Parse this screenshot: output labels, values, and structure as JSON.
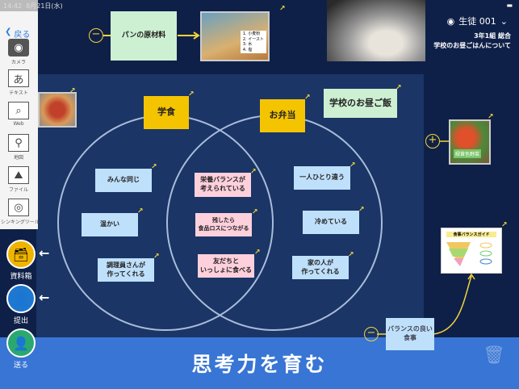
{
  "status": {
    "time": "14:42",
    "date": "8月21日(水)"
  },
  "sidebar": {
    "back": "戻る",
    "tools": [
      {
        "label": "カメラ",
        "icon": "camera-icon"
      },
      {
        "label": "テキスト",
        "icon": "text-icon",
        "glyph": "あ"
      },
      {
        "label": "Web",
        "icon": "search-icon"
      },
      {
        "label": "地図",
        "icon": "map-icon"
      },
      {
        "label": "ファイル",
        "icon": "image-file-icon"
      },
      {
        "label": "シンキングツール",
        "icon": "venn-icon"
      }
    ],
    "actions": [
      {
        "label": "資料箱"
      },
      {
        "label": "提出"
      },
      {
        "label": "送る"
      }
    ]
  },
  "header": {
    "user": "生徒 001",
    "class": "3年1組 総合",
    "topic": "学校のお昼ごはんについて"
  },
  "canvas": {
    "top_card": "パンの原材料",
    "ingredients": [
      "1. 小麦粉",
      "2. イースト",
      "3. 水",
      "4. 塩"
    ],
    "title_card": "学校のお昼ご飯",
    "left_label": "学食",
    "right_label": "お弁当",
    "left_items": [
      "みんな同じ",
      "温かい",
      "調理員さんが\n作ってくれる"
    ],
    "middle_items": [
      "栄養バランスが\n考えられている",
      "残したら\n食品ロスにつながる",
      "友だちと\nいっしょに食べる"
    ],
    "right_items": [
      "一人ひとり違う",
      "冷めている",
      "家の人が\n作ってくれる"
    ],
    "vegetable_caption": "緑黄色野菜",
    "guide_title": "食事バランスガイド",
    "bottom_card": "バランスの良い\n食事"
  },
  "banner": "思考力を育む",
  "colors": {
    "background": "#0f2048",
    "panel": "#1a3566",
    "accent": "#f2d43a",
    "banner": "#3b7adc"
  }
}
